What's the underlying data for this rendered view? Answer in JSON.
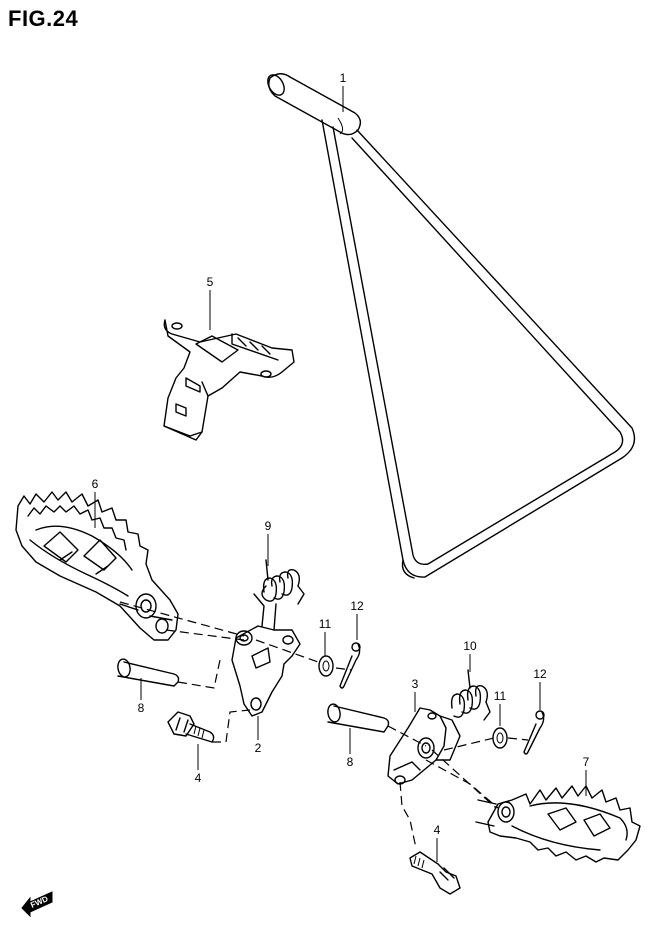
{
  "figure": {
    "title": "FIG.24"
  },
  "callouts": [
    {
      "id": "c1",
      "label": "1"
    },
    {
      "id": "c2",
      "label": "2"
    },
    {
      "id": "c3",
      "label": "3"
    },
    {
      "id": "c4a",
      "label": "4"
    },
    {
      "id": "c4b",
      "label": "4"
    },
    {
      "id": "c5",
      "label": "5"
    },
    {
      "id": "c6",
      "label": "6"
    },
    {
      "id": "c7",
      "label": "7"
    },
    {
      "id": "c8a",
      "label": "8"
    },
    {
      "id": "c8b",
      "label": "8"
    },
    {
      "id": "c9",
      "label": "9"
    },
    {
      "id": "c10",
      "label": "10"
    },
    {
      "id": "c11a",
      "label": "11"
    },
    {
      "id": "c11b",
      "label": "11"
    },
    {
      "id": "c12a",
      "label": "12"
    },
    {
      "id": "c12b",
      "label": "12"
    }
  ],
  "direction_marker": {
    "label": "FWD"
  }
}
